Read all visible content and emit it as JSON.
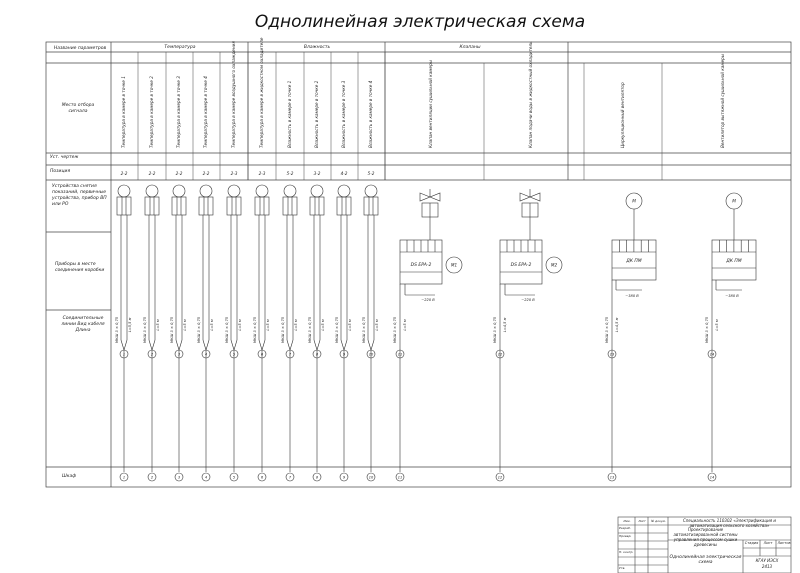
{
  "title": "Однолинейная электрическая схема",
  "header": {
    "param_name": "Название параметров",
    "groups": [
      "Температура",
      "Влажность",
      "Клапаны"
    ],
    "place_label": "Место отбора сигнала",
    "pos_label": "Уст. чертеж",
    "pos_label2": "Позиция",
    "devices_label": "Устройства снятия показаний, первичные устройства, прибор ВП или РО",
    "onsite_label": "Приборы в месте соединения коробки",
    "conn_label": "Соединительные линии Вид кабеля Длина",
    "terminal_label": "Шкаф"
  },
  "columns": [
    {
      "text": "Температура в камере в точке 1",
      "pos": "2-2",
      "cable": "МКШ 3 × 0,75",
      "len": "L=5,5 м",
      "terminal": "1"
    },
    {
      "text": "Температура в камере в точке 2",
      "pos": "2-2",
      "cable": "МКШ 3 × 0,75",
      "len": "L=5 м",
      "terminal": "2"
    },
    {
      "text": "Температура в камере в точке 3",
      "pos": "2-2",
      "cable": "МКШ 3 × 0,75",
      "len": "L=5 м",
      "terminal": "3"
    },
    {
      "text": "Температура в камере в точке 4",
      "pos": "2-2",
      "cable": "МКШ 3 × 0,75",
      "len": "L=5 м",
      "terminal": "4"
    },
    {
      "text": "Температура в камере воздушного охлаждения",
      "pos": "2-3",
      "cable": "МКШ 3 × 0,75",
      "len": "L=5 м",
      "terminal": "5"
    },
    {
      "text": "Температура в камере в жидкостном охладителе",
      "pos": "2-3",
      "cable": "МКШ 3 × 0,75",
      "len": "L=5 м",
      "terminal": "6"
    },
    {
      "text": "Влажность в камере в точке 1",
      "pos": "5-2",
      "cable": "МКШ 3 × 0,75",
      "len": "L=5 м",
      "terminal": "7"
    },
    {
      "text": "Влажность в камере в точке 2",
      "pos": "3-2",
      "cable": "МКШ 3 × 0,75",
      "len": "L=5 м",
      "terminal": "8"
    },
    {
      "text": "Влажность в камере в точке 3",
      "pos": "4-2",
      "cable": "МКШ 3 × 0,75",
      "len": "L=5 м",
      "terminal": "9"
    },
    {
      "text": "Влажность в камере в точке 4",
      "pos": "5-2",
      "cable": "МКШ 3 × 0,75",
      "len": "L=5 м",
      "terminal": "10"
    }
  ],
  "valve_columns": [
    {
      "text": "Клапан вентиляции сушильной камеры",
      "unit": "DS EPA-2",
      "motor": "М1",
      "cable": "МКШ 3 × 0,75",
      "len": "L=5 м",
      "supply": "~220 В",
      "terminal": "11"
    },
    {
      "text": "Клапан подачи воды в жидкостный охладитель",
      "unit": "DS EPA-2",
      "motor": "М2",
      "cable": "МКШ 3 × 0,75",
      "len": "L=4,5 м",
      "supply": "~220 В",
      "terminal": "12"
    }
  ],
  "fan_columns": [
    {
      "text": "Циркуляционный вентилятор",
      "unit": "ДК ПМ",
      "motor": "М",
      "cable": "МКШ 3 × 0,75",
      "len": "L=4,5 м",
      "supply": "~380 В",
      "terminal": "13"
    },
    {
      "text": "Вентилятор вытяжной сушильной камеры",
      "unit": "ДК ПМ",
      "motor": "М",
      "cable": "МКШ 3 × 0,75",
      "len": "L=5 м",
      "supply": "~380 В",
      "terminal": "14"
    }
  ],
  "title_block": {
    "line1": "Специальность 110302 «Электрификация и автоматизация сельского хозяйства»",
    "line2": "Проектирование автоматизированной системы управления процессом сушки древесины",
    "line3": "Однолинейная электрическая схема",
    "sheet_label": "Лист",
    "sheets_label": "Листов",
    "stage_label": "Стадия",
    "org": "КГАУ ИЭСХ",
    "group": "2413",
    "roles": [
      "Разраб.",
      "Провер.",
      "Н. контр.",
      "Утв."
    ],
    "head_cols": [
      "Изм.",
      "Лист",
      "№ докум.",
      "Подпись",
      "Дата"
    ]
  },
  "colors": {
    "line": "#444444",
    "ink": "#1a1a1a"
  }
}
